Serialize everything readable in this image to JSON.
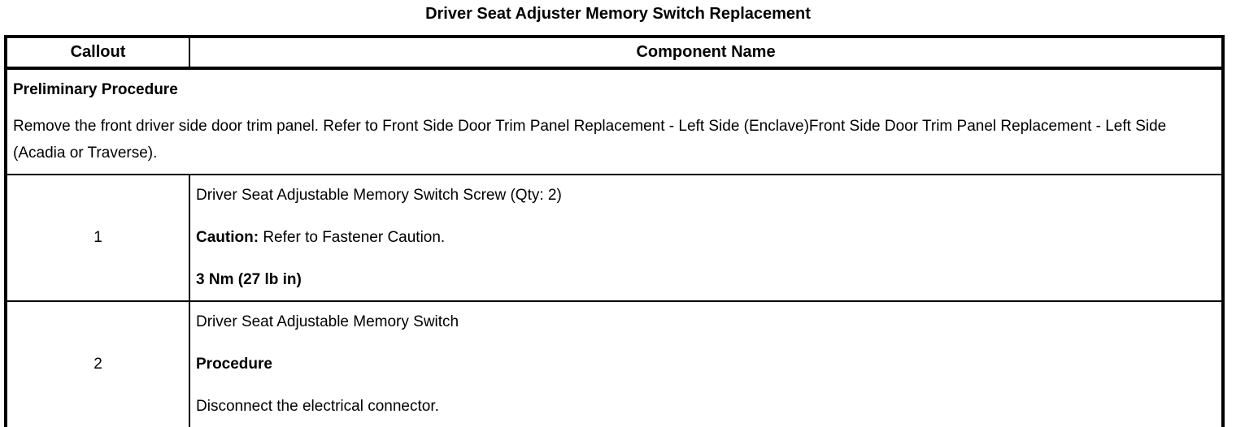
{
  "title": "Driver Seat Adjuster Memory Switch Replacement",
  "table": {
    "headers": [
      "Callout",
      "Component Name"
    ],
    "preliminary": {
      "heading": "Preliminary Procedure",
      "text": "Remove the front driver side door trim panel. Refer to Front Side Door Trim Panel Replacement - Left Side (Enclave)Front Side Door Trim Panel Replacement - Left Side (Acadia or Traverse)."
    },
    "rows": [
      {
        "callout": "1",
        "lines": [
          {
            "bold": "",
            "normal": "Driver Seat Adjustable Memory Switch Screw (Qty: 2)"
          },
          {
            "bold": "Caution:",
            "normal": " Refer to Fastener Caution."
          },
          {
            "bold": "3 Nm (27 lb in)",
            "normal": ""
          }
        ]
      },
      {
        "callout": "2",
        "lines": [
          {
            "bold": "",
            "normal": "Driver Seat Adjustable Memory Switch"
          },
          {
            "bold": "Procedure",
            "normal": ""
          },
          {
            "bold": "",
            "normal": "Disconnect the electrical connector."
          }
        ]
      }
    ]
  }
}
